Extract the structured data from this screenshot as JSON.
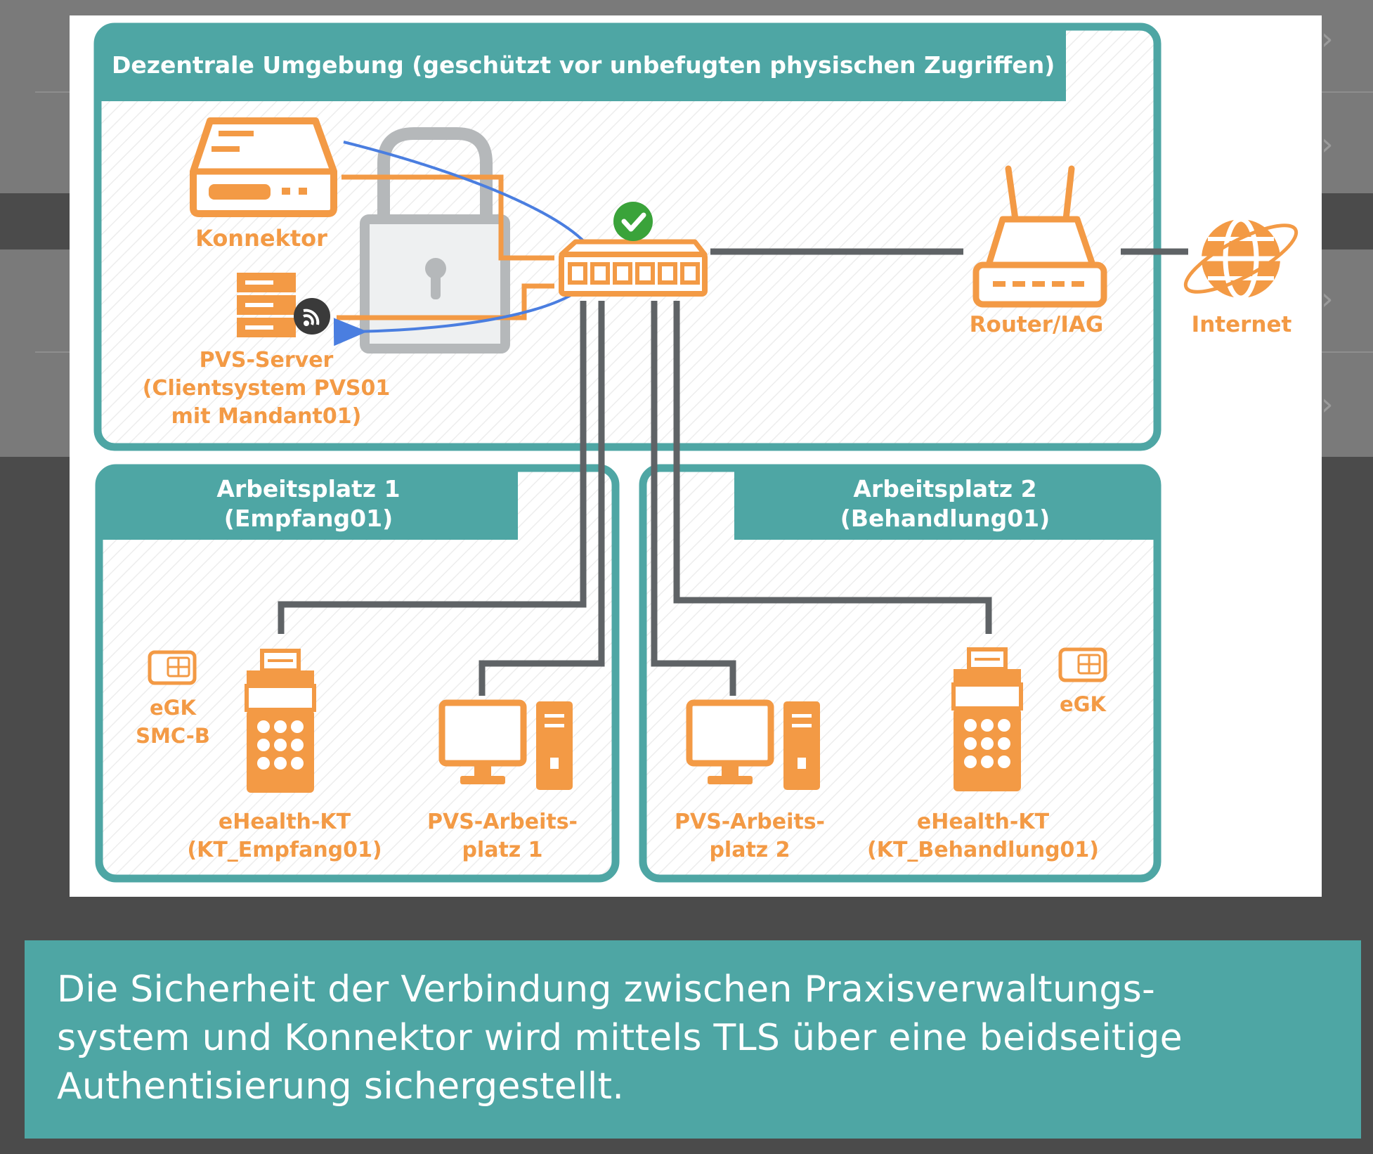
{
  "colors": {
    "teal": "#4ea6a4",
    "orange": "#f39a45",
    "gray": "#5f6366",
    "blue": "#4a7ee0",
    "green": "#3aa33a",
    "lock": "#b5b8ba"
  },
  "diagram": {
    "zone_top_title": "Dezentrale Umgebung (geschützt vor unbefugten physischen Zugriffen)",
    "konnektor_label": "Konnektor",
    "pvs_server_label": [
      "PVS-Server",
      "(Clientsystem PVS01",
      "mit Mandant01)"
    ],
    "router_label": "Router/IAG",
    "internet_label": "Internet",
    "ap1_title": [
      "Arbeitsplatz 1",
      "(Empfang01)"
    ],
    "ap2_title": [
      "Arbeitsplatz 2",
      "(Behandlung01)"
    ],
    "ap1_cards_label": [
      "eGK",
      "SMC-B"
    ],
    "ap2_card_label": "eGK",
    "ap1_terminal_label": [
      "eHealth-KT",
      "(KT_Empfang01)"
    ],
    "ap1_workstation_label": [
      "PVS-Arbeits-",
      "platz 1"
    ],
    "ap2_workstation_label": [
      "PVS-Arbeits-",
      "platz 2"
    ],
    "ap2_terminal_label": [
      "eHealth-KT",
      "(KT_Behandlung01)"
    ]
  },
  "caption": {
    "line1": "Die Sicherheit der Verbindung zwischen Praxisverwaltungs-",
    "line2": "system und Konnektor wird mittels TLS über eine beidseitige",
    "line3": "Authentisierung sichergestellt."
  }
}
